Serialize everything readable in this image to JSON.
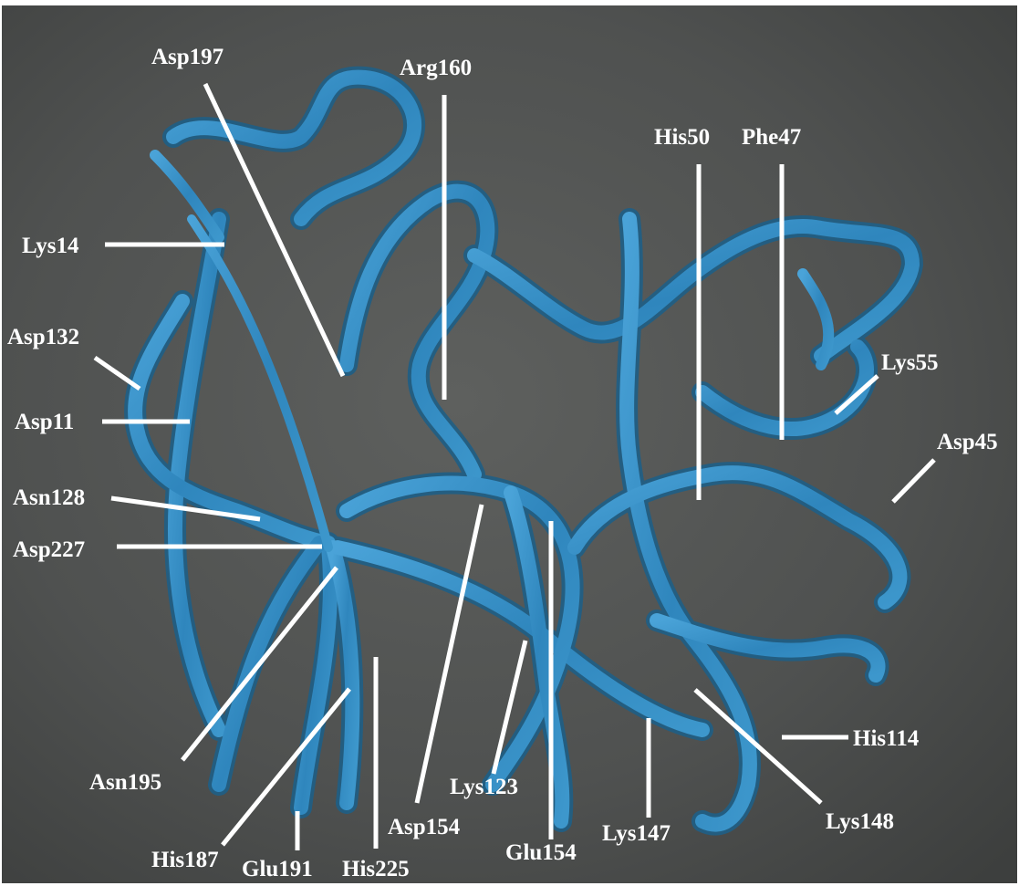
{
  "figure": {
    "ribbon_color": "#3a8fc4",
    "ribbon_shadow": "#1f5f86",
    "background_color": "#4f5150",
    "line_color": "#ffffff",
    "labels": [
      "Asp197",
      "Arg160",
      "His50",
      "Phe47",
      "Lys14",
      "Asp132",
      "Lys55",
      "Asp11",
      "Asp45",
      "Asn128",
      "Asp227",
      "His114",
      "Asn195",
      "Lys123",
      "Lys148",
      "Asp154",
      "Lys147",
      "Glu154",
      "His187",
      "Glu191",
      "His225"
    ]
  }
}
